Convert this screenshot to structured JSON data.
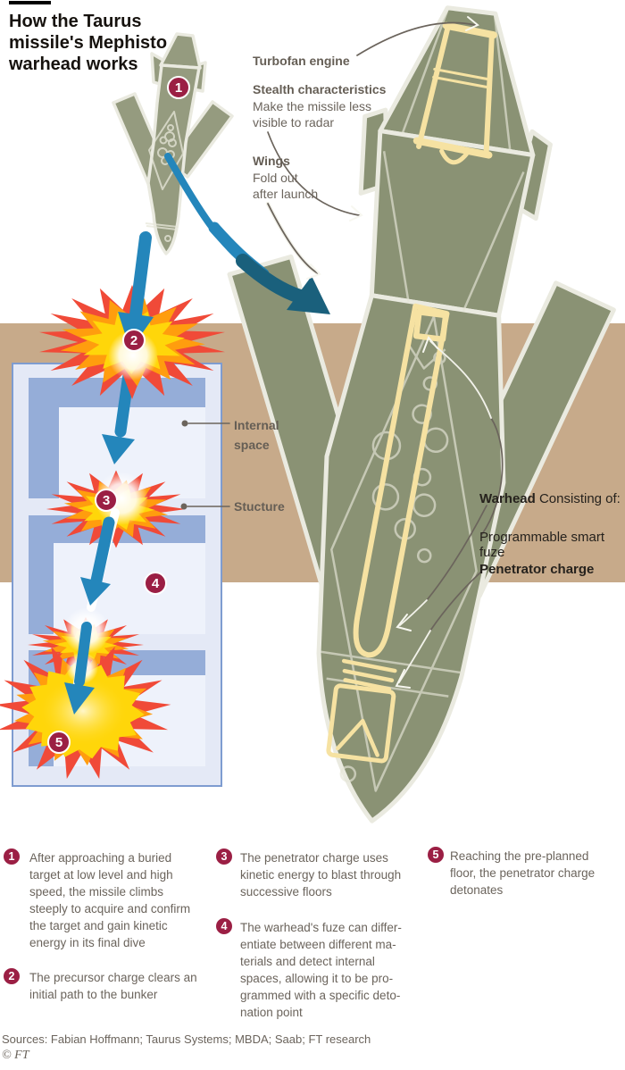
{
  "title": "How the Taurus\nmissile's Mephisto\nwarhead works",
  "labels": {
    "turbofan": "Turbofan engine",
    "stealth_title": "Stealth characteristics",
    "stealth_body": "Make the missile less\nvisible to radar",
    "wings_title": "Wings",
    "wings_body": "Fold out\nafter launch",
    "internal_space": "Internal\nspace",
    "structure": "Stucture"
  },
  "warhead": {
    "bold": "Warhead",
    "rest": " Consisting of:",
    "fuze": "Programmable smart fuze",
    "penetrator": "Penetrator charge"
  },
  "legend": {
    "items": [
      {
        "num": "1",
        "text": "After approaching a buried\ntarget at low level and high\nspeed, the missile climbs\nsteeply to acquire and confirm\nthe target and gain kinetic\nenergy in its final dive"
      },
      {
        "num": "2",
        "text": "The precursor charge clears an\ninitial path to the bunker"
      },
      {
        "num": "3",
        "text": "The penetrator charge uses\nkinetic energy to blast through\nsuccessive floors"
      },
      {
        "num": "4",
        "text": "The warhead's fuze can differ-\nentiate between different ma-\nterials and detect internal\nspaces, allowing it to be pro-\ngrammed with a specific deto-\nnation point"
      },
      {
        "num": "5",
        "text": "Reaching the pre-planned\nfloor, the penetrator charge\ndetonates"
      }
    ]
  },
  "footer": {
    "sources": "Sources: Fabian Hoffmann; Taurus Systems; MBDA; Saab; FT research",
    "copyright": "© FT"
  },
  "colors": {
    "missile_olive": "#8a9274",
    "missile_olive_light": "#959b7f",
    "missile_outline": "#eaeae0",
    "detail_yellow": "#f6e2a2",
    "ground_tan": "#c7aa8a",
    "bunker_frame": "#e4e9f6",
    "bunker_slab": "#95add8",
    "bunker_internal": "#eef2fb",
    "bunker_border": "#7e9cd0",
    "arrow_blue": "#2486bb",
    "arrow_teal": "#1a607c",
    "badge_crimson": "#9b1f44",
    "explosion_red": "#f04a38",
    "explosion_orange": "#ff9d0e",
    "explosion_yellow": "#ffd60a",
    "text_gray": "#6b645c",
    "text_dark": "#16120e"
  }
}
